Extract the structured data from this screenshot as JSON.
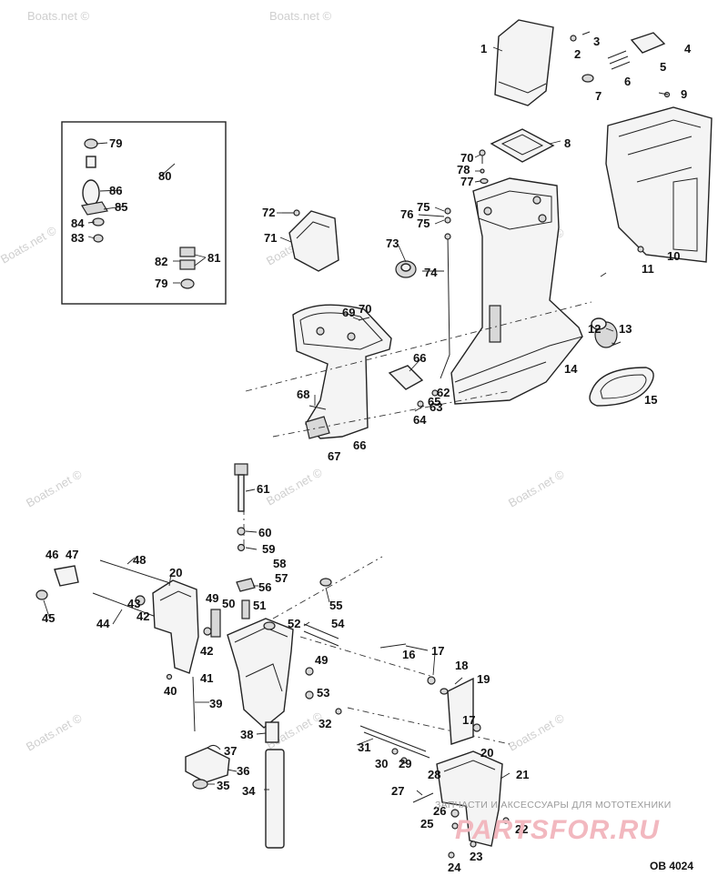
{
  "diagram": {
    "drawing_code": "OB 4024",
    "watermark": "Boats.net ©",
    "brand_tagline": "ЗАПЧАСТИ И АКСЕССУАРЫ ДЛЯ МОТОТЕХНИКИ",
    "brand_name": "PARTSFOR.RU",
    "callouts": [
      {
        "id": "c1",
        "label": "1"
      },
      {
        "id": "c2",
        "label": "2"
      },
      {
        "id": "c3",
        "label": "3"
      },
      {
        "id": "c4",
        "label": "4"
      },
      {
        "id": "c5",
        "label": "5"
      },
      {
        "id": "c6",
        "label": "6"
      },
      {
        "id": "c7",
        "label": "7"
      },
      {
        "id": "c8",
        "label": "8"
      },
      {
        "id": "c9",
        "label": "9"
      },
      {
        "id": "c10",
        "label": "10"
      },
      {
        "id": "c11",
        "label": "11"
      },
      {
        "id": "c12",
        "label": "12"
      },
      {
        "id": "c13",
        "label": "13"
      },
      {
        "id": "c14",
        "label": "14"
      },
      {
        "id": "c15",
        "label": "15"
      },
      {
        "id": "c16",
        "label": "16"
      },
      {
        "id": "c17a",
        "label": "17"
      },
      {
        "id": "c17b",
        "label": "17"
      },
      {
        "id": "c18",
        "label": "18"
      },
      {
        "id": "c19",
        "label": "19"
      },
      {
        "id": "c20a",
        "label": "20"
      },
      {
        "id": "c20b",
        "label": "20"
      },
      {
        "id": "c21",
        "label": "21"
      },
      {
        "id": "c22",
        "label": "22"
      },
      {
        "id": "c23",
        "label": "23"
      },
      {
        "id": "c24",
        "label": "24"
      },
      {
        "id": "c25",
        "label": "25"
      },
      {
        "id": "c26",
        "label": "26"
      },
      {
        "id": "c27",
        "label": "27"
      },
      {
        "id": "c28",
        "label": "28"
      },
      {
        "id": "c29",
        "label": "29"
      },
      {
        "id": "c30",
        "label": "30"
      },
      {
        "id": "c31",
        "label": "31"
      },
      {
        "id": "c32",
        "label": "32"
      },
      {
        "id": "c34",
        "label": "34"
      },
      {
        "id": "c35",
        "label": "35"
      },
      {
        "id": "c36",
        "label": "36"
      },
      {
        "id": "c37",
        "label": "37"
      },
      {
        "id": "c38",
        "label": "38"
      },
      {
        "id": "c39",
        "label": "39"
      },
      {
        "id": "c40",
        "label": "40"
      },
      {
        "id": "c41",
        "label": "41"
      },
      {
        "id": "c42a",
        "label": "42"
      },
      {
        "id": "c42b",
        "label": "42"
      },
      {
        "id": "c43",
        "label": "43"
      },
      {
        "id": "c44",
        "label": "44"
      },
      {
        "id": "c45",
        "label": "45"
      },
      {
        "id": "c46",
        "label": "46"
      },
      {
        "id": "c47",
        "label": "47"
      },
      {
        "id": "c48",
        "label": "48"
      },
      {
        "id": "c49a",
        "label": "49"
      },
      {
        "id": "c49b",
        "label": "49"
      },
      {
        "id": "c50",
        "label": "50"
      },
      {
        "id": "c51",
        "label": "51"
      },
      {
        "id": "c52",
        "label": "52"
      },
      {
        "id": "c53",
        "label": "53"
      },
      {
        "id": "c54",
        "label": "54"
      },
      {
        "id": "c55",
        "label": "55"
      },
      {
        "id": "c56",
        "label": "56"
      },
      {
        "id": "c57",
        "label": "57"
      },
      {
        "id": "c58",
        "label": "58"
      },
      {
        "id": "c59",
        "label": "59"
      },
      {
        "id": "c60",
        "label": "60"
      },
      {
        "id": "c61",
        "label": "61"
      },
      {
        "id": "c62",
        "label": "62"
      },
      {
        "id": "c63",
        "label": "63"
      },
      {
        "id": "c64",
        "label": "64"
      },
      {
        "id": "c65",
        "label": "65"
      },
      {
        "id": "c66a",
        "label": "66"
      },
      {
        "id": "c66b",
        "label": "66"
      },
      {
        "id": "c67",
        "label": "67"
      },
      {
        "id": "c68",
        "label": "68"
      },
      {
        "id": "c69",
        "label": "69"
      },
      {
        "id": "c70a",
        "label": "70"
      },
      {
        "id": "c70b",
        "label": "70"
      },
      {
        "id": "c71",
        "label": "71"
      },
      {
        "id": "c72",
        "label": "72"
      },
      {
        "id": "c73",
        "label": "73"
      },
      {
        "id": "c74",
        "label": "74"
      },
      {
        "id": "c75a",
        "label": "75"
      },
      {
        "id": "c75b",
        "label": "75"
      },
      {
        "id": "c76",
        "label": "76"
      },
      {
        "id": "c77",
        "label": "77"
      },
      {
        "id": "c78",
        "label": "78"
      },
      {
        "id": "c79a",
        "label": "79"
      },
      {
        "id": "c79b",
        "label": "79"
      },
      {
        "id": "c80",
        "label": "80"
      },
      {
        "id": "c81",
        "label": "81"
      },
      {
        "id": "c82",
        "label": "82"
      },
      {
        "id": "c83",
        "label": "83"
      },
      {
        "id": "c84",
        "label": "84"
      },
      {
        "id": "c85",
        "label": "85"
      },
      {
        "id": "c86",
        "label": "86"
      }
    ]
  }
}
